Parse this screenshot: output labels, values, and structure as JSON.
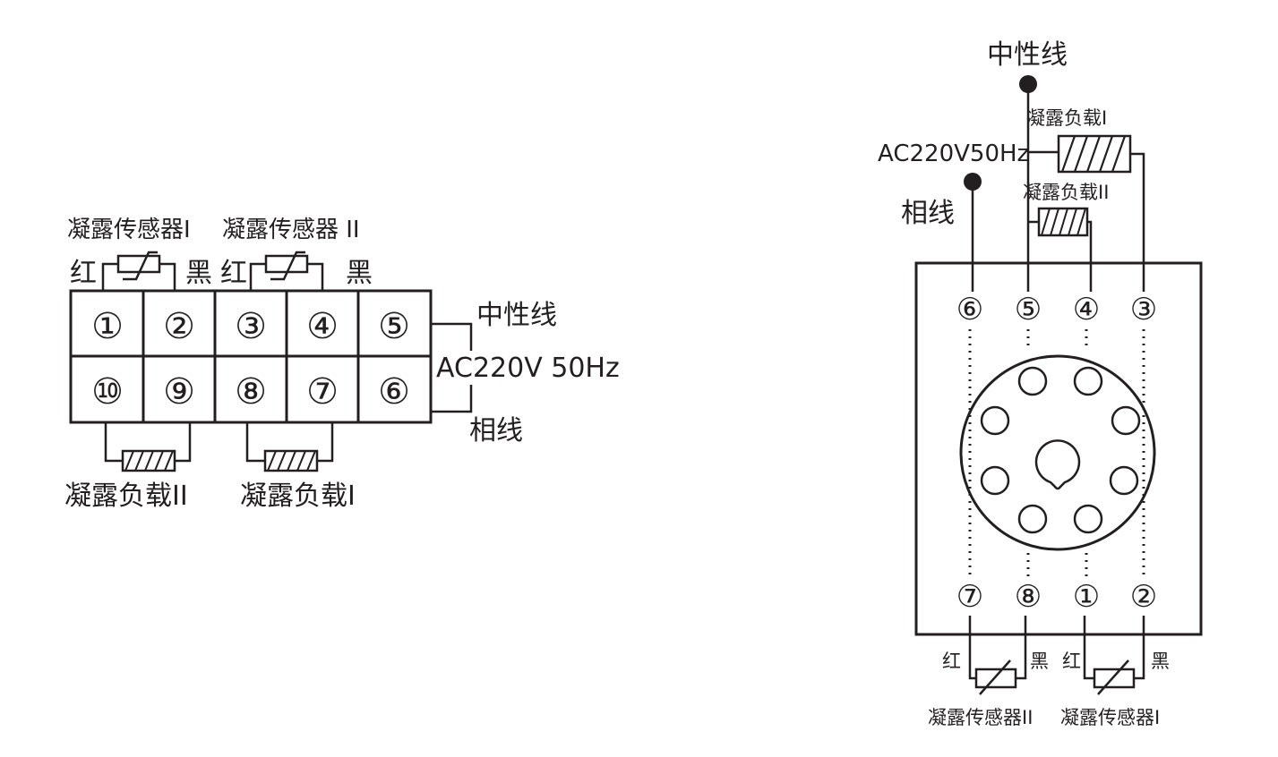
{
  "left_diagram": {
    "sensor_labels": [
      "凝露传感器I",
      "凝露传感器 II"
    ],
    "wire_colors": {
      "red": "红",
      "black": "黑"
    },
    "terminals_top": [
      "①",
      "②",
      "③",
      "④",
      "⑤"
    ],
    "terminals_bottom": [
      "⑩",
      "⑨",
      "⑧",
      "⑦",
      "⑥"
    ],
    "neutral_label": "中性线",
    "supply_label": "AC220V 50Hz",
    "phase_label": "相线",
    "load_labels": [
      "凝露负载II",
      "凝露负载I"
    ]
  },
  "right_diagram": {
    "neutral_label": "中性线",
    "load1_label": "凝露负载I",
    "supply_label": "AC220V50Hz",
    "load2_label": "凝露负载II",
    "phase_label": "相线",
    "terminals_top": [
      "⑥",
      "⑤",
      "④",
      "③"
    ],
    "terminals_bottom": [
      "⑦",
      "⑧",
      "①",
      "②"
    ],
    "wire_colors": {
      "red": "红",
      "black": "黑"
    },
    "sensor_labels": [
      "凝露传感器II",
      "凝露传感器I"
    ]
  },
  "colors": {
    "ink": "#231f20",
    "background": "#ffffff"
  }
}
